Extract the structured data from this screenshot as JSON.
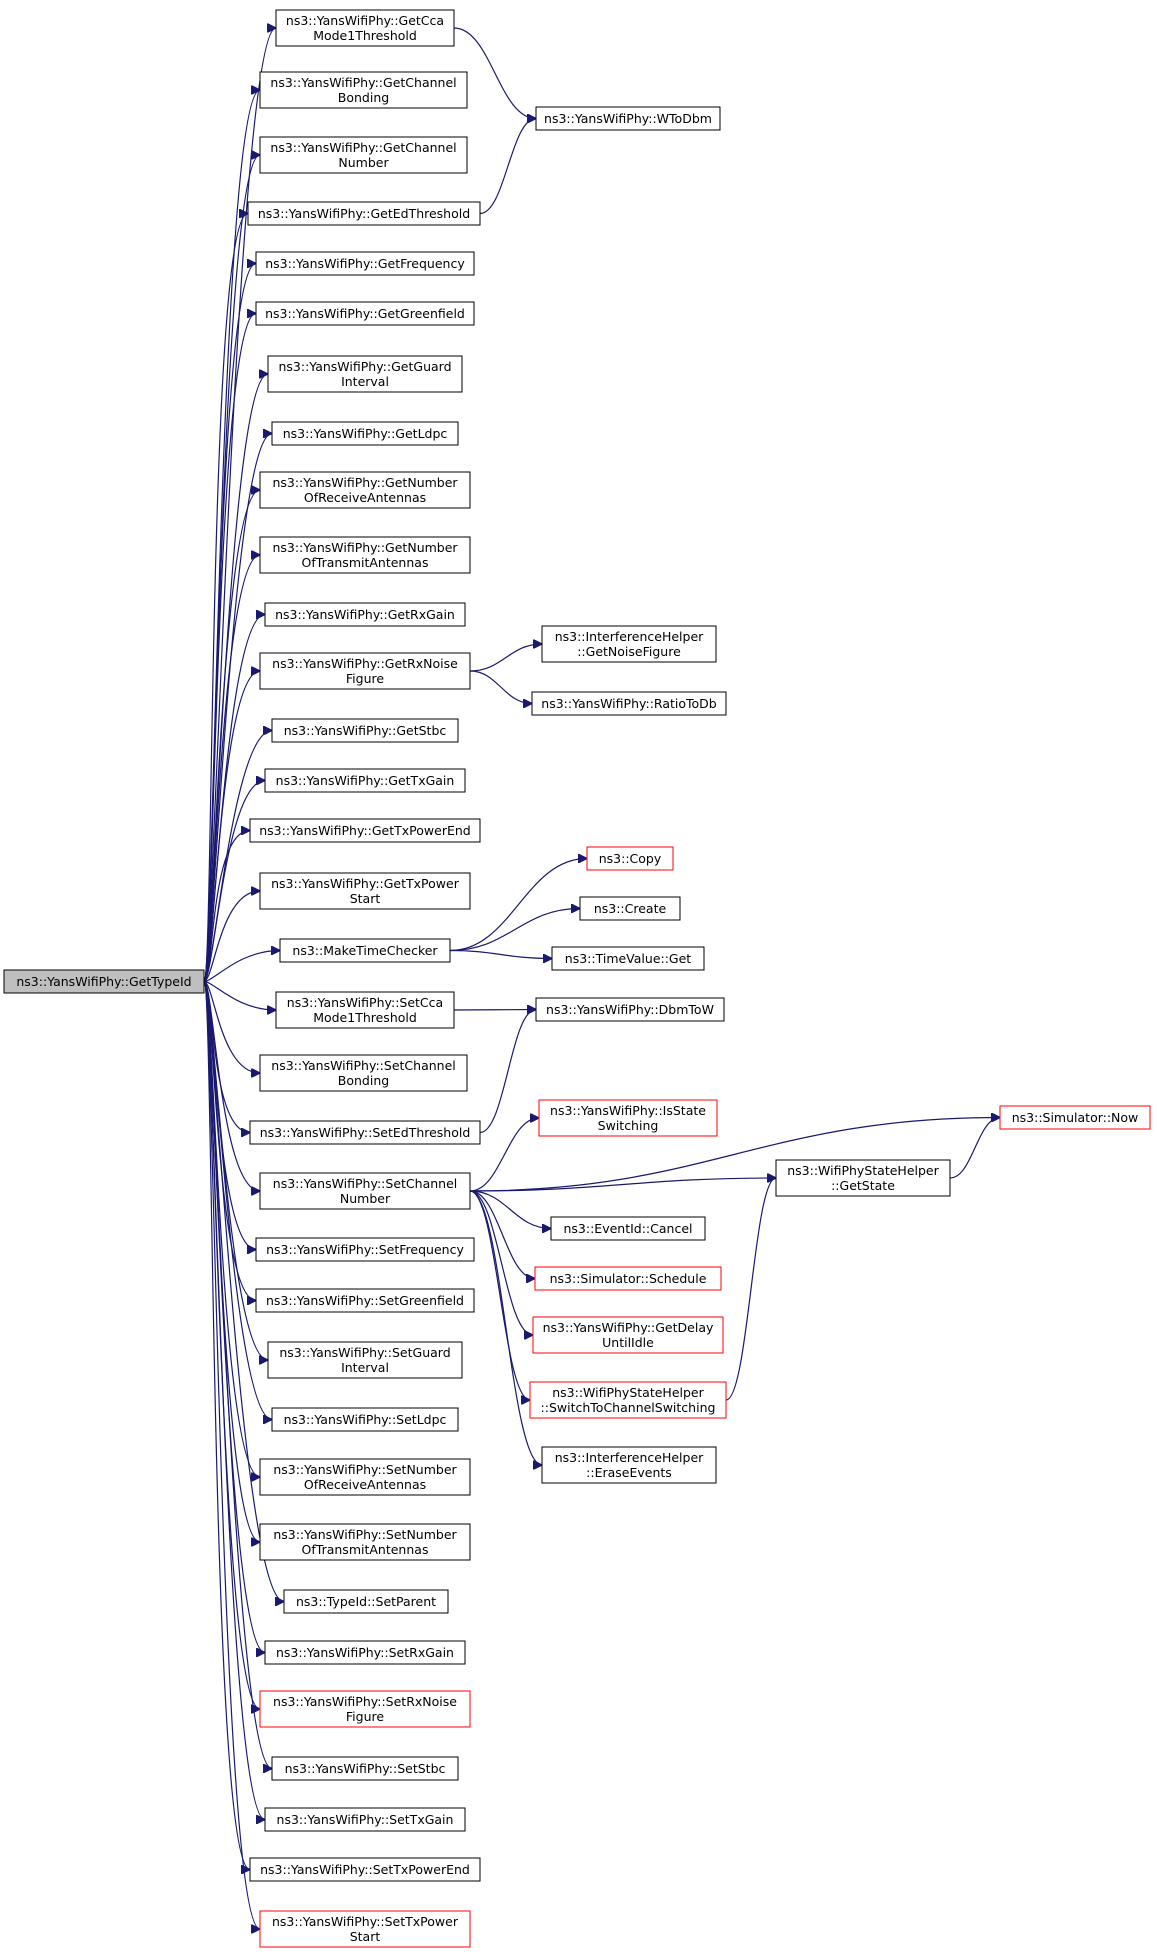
{
  "root": "ns3::YansWifiPhy::GetTypeId",
  "nodes": [
    {
      "id": "root",
      "lines": [
        "ns3::YansWifiPhy::GetTypeId"
      ],
      "truncated": false,
      "root": true
    },
    {
      "id": "getcca",
      "lines": [
        "ns3::YansWifiPhy::GetCca",
        "Mode1Threshold"
      ],
      "truncated": false
    },
    {
      "id": "getchb",
      "lines": [
        "ns3::YansWifiPhy::GetChannel",
        "Bonding"
      ],
      "truncated": false
    },
    {
      "id": "getchn",
      "lines": [
        "ns3::YansWifiPhy::GetChannel",
        "Number"
      ],
      "truncated": false
    },
    {
      "id": "geted",
      "lines": [
        "ns3::YansWifiPhy::GetEdThreshold"
      ],
      "truncated": false
    },
    {
      "id": "getfreq",
      "lines": [
        "ns3::YansWifiPhy::GetFrequency"
      ],
      "truncated": false
    },
    {
      "id": "getgf",
      "lines": [
        "ns3::YansWifiPhy::GetGreenfield"
      ],
      "truncated": false
    },
    {
      "id": "getgi",
      "lines": [
        "ns3::YansWifiPhy::GetGuard",
        "Interval"
      ],
      "truncated": false
    },
    {
      "id": "getldpc",
      "lines": [
        "ns3::YansWifiPhy::GetLdpc"
      ],
      "truncated": false
    },
    {
      "id": "getnra",
      "lines": [
        "ns3::YansWifiPhy::GetNumber",
        "OfReceiveAntennas"
      ],
      "truncated": false
    },
    {
      "id": "getnta",
      "lines": [
        "ns3::YansWifiPhy::GetNumber",
        "OfTransmitAntennas"
      ],
      "truncated": false
    },
    {
      "id": "getrxg",
      "lines": [
        "ns3::YansWifiPhy::GetRxGain"
      ],
      "truncated": false
    },
    {
      "id": "getrxnf",
      "lines": [
        "ns3::YansWifiPhy::GetRxNoise",
        "Figure"
      ],
      "truncated": false
    },
    {
      "id": "getstbc",
      "lines": [
        "ns3::YansWifiPhy::GetStbc"
      ],
      "truncated": false
    },
    {
      "id": "gettxg",
      "lines": [
        "ns3::YansWifiPhy::GetTxGain"
      ],
      "truncated": false
    },
    {
      "id": "gettxpe",
      "lines": [
        "ns3::YansWifiPhy::GetTxPowerEnd"
      ],
      "truncated": false
    },
    {
      "id": "gettxps",
      "lines": [
        "ns3::YansWifiPhy::GetTxPower",
        "Start"
      ],
      "truncated": false
    },
    {
      "id": "mtc",
      "lines": [
        "ns3::MakeTimeChecker"
      ],
      "truncated": false
    },
    {
      "id": "setcca",
      "lines": [
        "ns3::YansWifiPhy::SetCca",
        "Mode1Threshold"
      ],
      "truncated": false
    },
    {
      "id": "setchb",
      "lines": [
        "ns3::YansWifiPhy::SetChannel",
        "Bonding"
      ],
      "truncated": false
    },
    {
      "id": "seted",
      "lines": [
        "ns3::YansWifiPhy::SetEdThreshold"
      ],
      "truncated": false
    },
    {
      "id": "setchn",
      "lines": [
        "ns3::YansWifiPhy::SetChannel",
        "Number"
      ],
      "truncated": false
    },
    {
      "id": "setfreq",
      "lines": [
        "ns3::YansWifiPhy::SetFrequency"
      ],
      "truncated": false
    },
    {
      "id": "setgf",
      "lines": [
        "ns3::YansWifiPhy::SetGreenfield"
      ],
      "truncated": false
    },
    {
      "id": "setgi",
      "lines": [
        "ns3::YansWifiPhy::SetGuard",
        "Interval"
      ],
      "truncated": false
    },
    {
      "id": "setldpc",
      "lines": [
        "ns3::YansWifiPhy::SetLdpc"
      ],
      "truncated": false
    },
    {
      "id": "setnra",
      "lines": [
        "ns3::YansWifiPhy::SetNumber",
        "OfReceiveAntennas"
      ],
      "truncated": false
    },
    {
      "id": "setnta",
      "lines": [
        "ns3::YansWifiPhy::SetNumber",
        "OfTransmitAntennas"
      ],
      "truncated": false
    },
    {
      "id": "setparent",
      "lines": [
        "ns3::TypeId::SetParent"
      ],
      "truncated": false
    },
    {
      "id": "setrxg",
      "lines": [
        "ns3::YansWifiPhy::SetRxGain"
      ],
      "truncated": false
    },
    {
      "id": "setrxnf",
      "lines": [
        "ns3::YansWifiPhy::SetRxNoise",
        "Figure"
      ],
      "truncated": true
    },
    {
      "id": "setstbc",
      "lines": [
        "ns3::YansWifiPhy::SetStbc"
      ],
      "truncated": false
    },
    {
      "id": "settxg",
      "lines": [
        "ns3::YansWifiPhy::SetTxGain"
      ],
      "truncated": false
    },
    {
      "id": "settxpe",
      "lines": [
        "ns3::YansWifiPhy::SetTxPowerEnd"
      ],
      "truncated": false
    },
    {
      "id": "settxps",
      "lines": [
        "ns3::YansWifiPhy::SetTxPower",
        "Start"
      ],
      "truncated": true
    },
    {
      "id": "wtodbm",
      "lines": [
        "ns3::YansWifiPhy::WToDbm"
      ],
      "truncated": false
    },
    {
      "id": "ihnf",
      "lines": [
        "ns3::InterferenceHelper",
        "::GetNoiseFigure"
      ],
      "truncated": false
    },
    {
      "id": "ratiotodb",
      "lines": [
        "ns3::YansWifiPhy::RatioToDb"
      ],
      "truncated": false
    },
    {
      "id": "copy",
      "lines": [
        "ns3::Copy"
      ],
      "truncated": true
    },
    {
      "id": "create",
      "lines": [
        "ns3::Create"
      ],
      "truncated": false
    },
    {
      "id": "tvget",
      "lines": [
        "ns3::TimeValue::Get"
      ],
      "truncated": false
    },
    {
      "id": "dbmtow",
      "lines": [
        "ns3::YansWifiPhy::DbmToW"
      ],
      "truncated": false
    },
    {
      "id": "isstate",
      "lines": [
        "ns3::YansWifiPhy::IsState",
        "Switching"
      ],
      "truncated": true
    },
    {
      "id": "cancel",
      "lines": [
        "ns3::EventId::Cancel"
      ],
      "truncated": false
    },
    {
      "id": "schedule",
      "lines": [
        "ns3::Simulator::Schedule"
      ],
      "truncated": true
    },
    {
      "id": "getdelay",
      "lines": [
        "ns3::YansWifiPhy::GetDelay",
        "UntilIdle"
      ],
      "truncated": true
    },
    {
      "id": "switchto",
      "lines": [
        "ns3::WifiPhyStateHelper",
        "::SwitchToChannelSwitching"
      ],
      "truncated": true
    },
    {
      "id": "erase",
      "lines": [
        "ns3::InterferenceHelper",
        "::EraseEvents"
      ],
      "truncated": false
    },
    {
      "id": "getstate",
      "lines": [
        "ns3::WifiPhyStateHelper",
        "::GetState"
      ],
      "truncated": false
    },
    {
      "id": "now",
      "lines": [
        "ns3::Simulator::Now"
      ],
      "truncated": true
    }
  ],
  "edges": [
    [
      "root",
      "getcca"
    ],
    [
      "root",
      "getchb"
    ],
    [
      "root",
      "getchn"
    ],
    [
      "root",
      "geted"
    ],
    [
      "root",
      "getfreq"
    ],
    [
      "root",
      "getgf"
    ],
    [
      "root",
      "getgi"
    ],
    [
      "root",
      "getldpc"
    ],
    [
      "root",
      "getnra"
    ],
    [
      "root",
      "getnta"
    ],
    [
      "root",
      "getrxg"
    ],
    [
      "root",
      "getrxnf"
    ],
    [
      "root",
      "getstbc"
    ],
    [
      "root",
      "gettxg"
    ],
    [
      "root",
      "gettxpe"
    ],
    [
      "root",
      "gettxps"
    ],
    [
      "root",
      "mtc"
    ],
    [
      "root",
      "setcca"
    ],
    [
      "root",
      "setchb"
    ],
    [
      "root",
      "seted"
    ],
    [
      "root",
      "setchn"
    ],
    [
      "root",
      "setfreq"
    ],
    [
      "root",
      "setgf"
    ],
    [
      "root",
      "setgi"
    ],
    [
      "root",
      "setldpc"
    ],
    [
      "root",
      "setnra"
    ],
    [
      "root",
      "setnta"
    ],
    [
      "root",
      "setparent"
    ],
    [
      "root",
      "setrxg"
    ],
    [
      "root",
      "setrxnf"
    ],
    [
      "root",
      "setstbc"
    ],
    [
      "root",
      "settxg"
    ],
    [
      "root",
      "settxpe"
    ],
    [
      "root",
      "settxps"
    ],
    [
      "getcca",
      "wtodbm"
    ],
    [
      "geted",
      "wtodbm"
    ],
    [
      "getrxnf",
      "ihnf"
    ],
    [
      "getrxnf",
      "ratiotodb"
    ],
    [
      "mtc",
      "copy"
    ],
    [
      "mtc",
      "create"
    ],
    [
      "mtc",
      "tvget"
    ],
    [
      "setcca",
      "dbmtow"
    ],
    [
      "seted",
      "dbmtow"
    ],
    [
      "setchn",
      "now"
    ],
    [
      "setchn",
      "isstate"
    ],
    [
      "setchn",
      "getstate"
    ],
    [
      "setchn",
      "cancel"
    ],
    [
      "setchn",
      "schedule"
    ],
    [
      "setchn",
      "getdelay"
    ],
    [
      "setchn",
      "switchto"
    ],
    [
      "setchn",
      "erase"
    ],
    [
      "getstate",
      "now"
    ],
    [
      "switchto",
      "getstate"
    ]
  ],
  "colors": {
    "edge": "#191970",
    "truncated_border": "#ff0000",
    "root_fill": "#bfbfbf"
  }
}
